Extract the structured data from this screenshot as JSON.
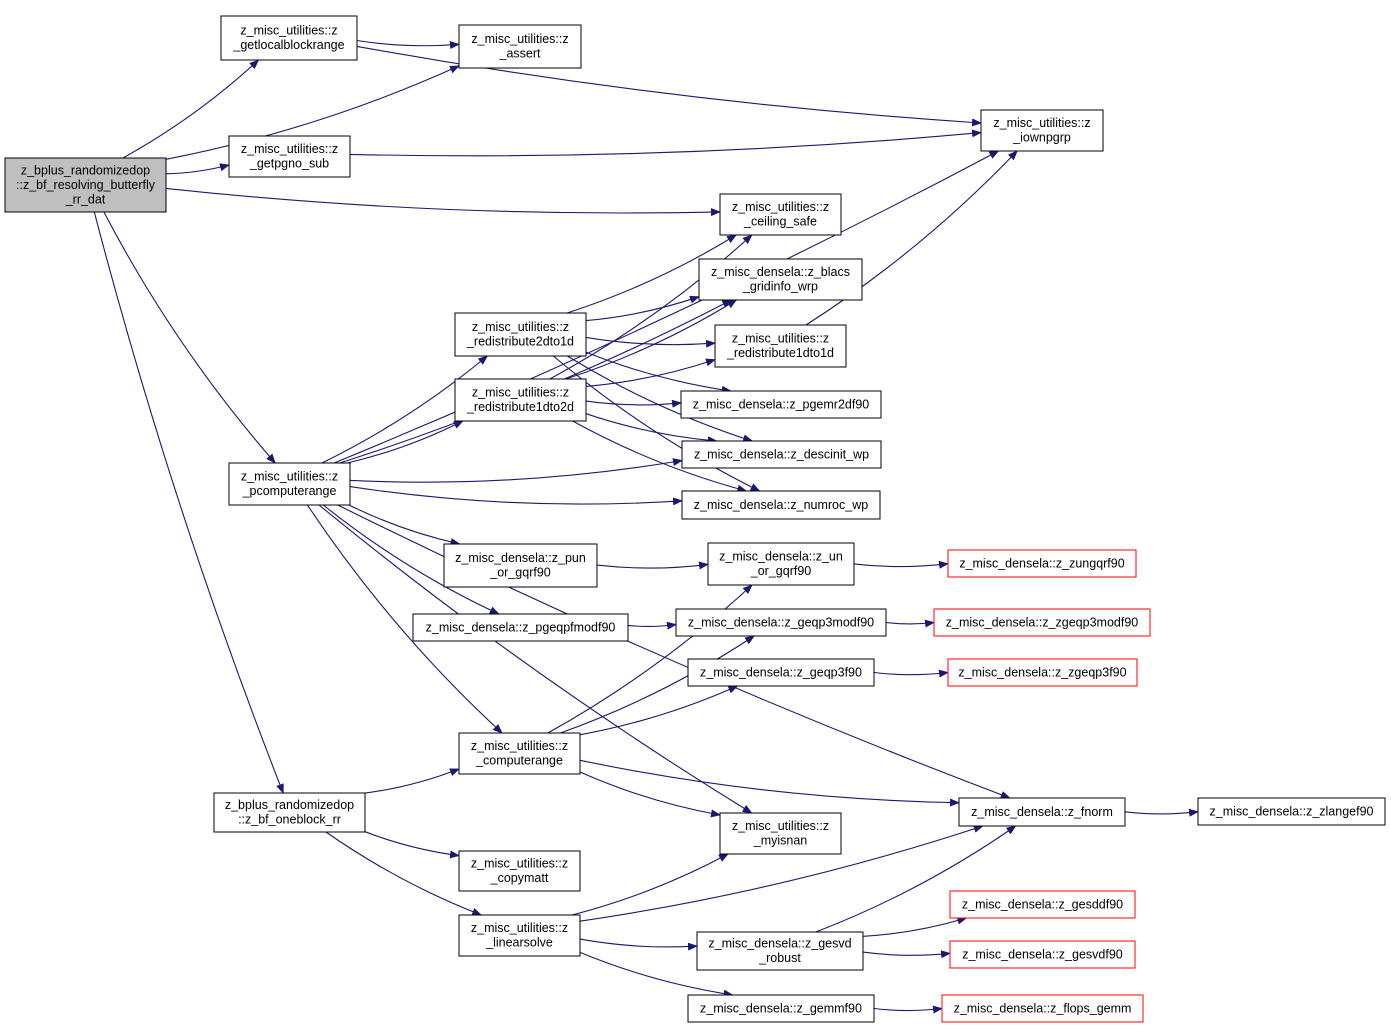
{
  "colors": {
    "edge": "#191970",
    "node_border": "#000000",
    "node_border_truncated": "#ff0000",
    "node_fill": "#ffffff",
    "root_fill": "#bfbfbf",
    "text": "#000000"
  },
  "nodes": [
    {
      "id": "root",
      "lines": [
        "z_bplus_randomizedop",
        "::z_bf_resolving_butterfly",
        "_rr_dat"
      ],
      "style": "root"
    },
    {
      "id": "getlocalblockrange",
      "lines": [
        "z_misc_utilities::z",
        "_getlocalblockrange"
      ],
      "style": "normal"
    },
    {
      "id": "assert",
      "lines": [
        "z_misc_utilities::z",
        "_assert"
      ],
      "style": "normal"
    },
    {
      "id": "iownpgrp",
      "lines": [
        "z_misc_utilities::z",
        "_iownpgrp"
      ],
      "style": "normal"
    },
    {
      "id": "getpgno_sub",
      "lines": [
        "z_misc_utilities::z",
        "_getpgno_sub"
      ],
      "style": "normal"
    },
    {
      "id": "ceiling_safe",
      "lines": [
        "z_misc_utilities::z",
        "_ceiling_safe"
      ],
      "style": "normal"
    },
    {
      "id": "blacs_gridinfo",
      "lines": [
        "z_misc_densela::z_blacs",
        "_gridinfo_wrp"
      ],
      "style": "normal"
    },
    {
      "id": "redistribute2dto1d",
      "lines": [
        "z_misc_utilities::z",
        "_redistribute2dto1d"
      ],
      "style": "normal"
    },
    {
      "id": "redistribute1dto1d",
      "lines": [
        "z_misc_utilities::z",
        "_redistribute1dto1d"
      ],
      "style": "normal"
    },
    {
      "id": "redistribute1dto2d",
      "lines": [
        "z_misc_utilities::z",
        "_redistribute1dto2d"
      ],
      "style": "normal"
    },
    {
      "id": "pgemr2df90",
      "lines": [
        "z_misc_densela::z_pgemr2df90"
      ],
      "style": "normal"
    },
    {
      "id": "descinit_wp",
      "lines": [
        "z_misc_densela::z_descinit_wp"
      ],
      "style": "normal"
    },
    {
      "id": "pcomputerange",
      "lines": [
        "z_misc_utilities::z",
        "_pcomputerange"
      ],
      "style": "normal"
    },
    {
      "id": "numroc_wp",
      "lines": [
        "z_misc_densela::z_numroc_wp"
      ],
      "style": "normal"
    },
    {
      "id": "pun_or_gqrf90",
      "lines": [
        "z_misc_densela::z_pun",
        "_or_gqrf90"
      ],
      "style": "normal"
    },
    {
      "id": "un_or_gqrf90",
      "lines": [
        "z_misc_densela::z_un",
        "_or_gqrf90"
      ],
      "style": "normal"
    },
    {
      "id": "zungqrf90",
      "lines": [
        "z_misc_densela::z_zungqrf90"
      ],
      "style": "truncated"
    },
    {
      "id": "pgeqpfmodf90",
      "lines": [
        "z_misc_densela::z_pgeqpfmodf90"
      ],
      "style": "normal"
    },
    {
      "id": "geqp3modf90",
      "lines": [
        "z_misc_densela::z_geqp3modf90"
      ],
      "style": "normal"
    },
    {
      "id": "zgeqp3modf90",
      "lines": [
        "z_misc_densela::z_zgeqp3modf90"
      ],
      "style": "truncated"
    },
    {
      "id": "geqp3f90",
      "lines": [
        "z_misc_densela::z_geqp3f90"
      ],
      "style": "normal"
    },
    {
      "id": "zgeqp3f90",
      "lines": [
        "z_misc_densela::z_zgeqp3f90"
      ],
      "style": "truncated"
    },
    {
      "id": "computerange",
      "lines": [
        "z_misc_utilities::z",
        "_computerange"
      ],
      "style": "normal"
    },
    {
      "id": "oneblock_rr",
      "lines": [
        "z_bplus_randomizedop",
        "::z_bf_oneblock_rr"
      ],
      "style": "normal"
    },
    {
      "id": "fnorm",
      "lines": [
        "z_misc_densela::z_fnorm"
      ],
      "style": "normal"
    },
    {
      "id": "zlangef90",
      "lines": [
        "z_misc_densela::z_zlangef90"
      ],
      "style": "normal"
    },
    {
      "id": "myisnan",
      "lines": [
        "z_misc_utilities::z",
        "_myisnan"
      ],
      "style": "normal"
    },
    {
      "id": "copymatt",
      "lines": [
        "z_misc_utilities::z",
        "_copymatt"
      ],
      "style": "normal"
    },
    {
      "id": "gesddf90",
      "lines": [
        "z_misc_densela::z_gesddf90"
      ],
      "style": "truncated"
    },
    {
      "id": "linearsolve",
      "lines": [
        "z_misc_utilities::z",
        "_linearsolve"
      ],
      "style": "normal"
    },
    {
      "id": "gesvd_robust",
      "lines": [
        "z_misc_densela::z_gesvd",
        "_robust"
      ],
      "style": "normal"
    },
    {
      "id": "gesvdf90",
      "lines": [
        "z_misc_densela::z_gesvdf90"
      ],
      "style": "truncated"
    },
    {
      "id": "gemmf90",
      "lines": [
        "z_misc_densela::z_gemmf90"
      ],
      "style": "normal"
    },
    {
      "id": "flops_gemm",
      "lines": [
        "z_misc_densela::z_flops_gemm"
      ],
      "style": "truncated"
    }
  ],
  "edges": [
    [
      "root",
      "getlocalblockrange"
    ],
    [
      "root",
      "assert"
    ],
    [
      "root",
      "getpgno_sub"
    ],
    [
      "root",
      "ceiling_safe"
    ],
    [
      "root",
      "pcomputerange"
    ],
    [
      "root",
      "oneblock_rr"
    ],
    [
      "getlocalblockrange",
      "assert"
    ],
    [
      "getlocalblockrange",
      "iownpgrp"
    ],
    [
      "getpgno_sub",
      "iownpgrp"
    ],
    [
      "pcomputerange",
      "iownpgrp"
    ],
    [
      "pcomputerange",
      "blacs_gridinfo"
    ],
    [
      "pcomputerange",
      "redistribute2dto1d"
    ],
    [
      "pcomputerange",
      "redistribute1dto2d"
    ],
    [
      "pcomputerange",
      "descinit_wp"
    ],
    [
      "pcomputerange",
      "numroc_wp"
    ],
    [
      "pcomputerange",
      "pun_or_gqrf90"
    ],
    [
      "pcomputerange",
      "pgeqpfmodf90"
    ],
    [
      "pcomputerange",
      "computerange"
    ],
    [
      "pcomputerange",
      "fnorm"
    ],
    [
      "pcomputerange",
      "myisnan"
    ],
    [
      "redistribute2dto1d",
      "ceiling_safe"
    ],
    [
      "redistribute2dto1d",
      "blacs_gridinfo"
    ],
    [
      "redistribute2dto1d",
      "redistribute1dto1d"
    ],
    [
      "redistribute2dto1d",
      "pgemr2df90"
    ],
    [
      "redistribute2dto1d",
      "descinit_wp"
    ],
    [
      "redistribute2dto1d",
      "numroc_wp"
    ],
    [
      "redistribute1dto2d",
      "ceiling_safe"
    ],
    [
      "redistribute1dto2d",
      "blacs_gridinfo"
    ],
    [
      "redistribute1dto2d",
      "redistribute1dto1d"
    ],
    [
      "redistribute1dto2d",
      "pgemr2df90"
    ],
    [
      "redistribute1dto2d",
      "descinit_wp"
    ],
    [
      "redistribute1dto2d",
      "numroc_wp"
    ],
    [
      "redistribute1dto1d",
      "iownpgrp"
    ],
    [
      "pun_or_gqrf90",
      "un_or_gqrf90"
    ],
    [
      "un_or_gqrf90",
      "zungqrf90"
    ],
    [
      "pgeqpfmodf90",
      "geqp3modf90"
    ],
    [
      "geqp3modf90",
      "zgeqp3modf90"
    ],
    [
      "geqp3f90",
      "zgeqp3f90"
    ],
    [
      "computerange",
      "un_or_gqrf90"
    ],
    [
      "computerange",
      "geqp3modf90"
    ],
    [
      "computerange",
      "geqp3f90"
    ],
    [
      "computerange",
      "fnorm"
    ],
    [
      "computerange",
      "myisnan"
    ],
    [
      "oneblock_rr",
      "computerange"
    ],
    [
      "oneblock_rr",
      "copymatt"
    ],
    [
      "oneblock_rr",
      "linearsolve"
    ],
    [
      "fnorm",
      "zlangef90"
    ],
    [
      "linearsolve",
      "myisnan"
    ],
    [
      "linearsolve",
      "fnorm"
    ],
    [
      "linearsolve",
      "gesvd_robust"
    ],
    [
      "linearsolve",
      "gemmf90"
    ],
    [
      "gesvd_robust",
      "fnorm"
    ],
    [
      "gesvd_robust",
      "gesddf90"
    ],
    [
      "gesvd_robust",
      "gesvdf90"
    ],
    [
      "gemmf90",
      "flops_gemm"
    ]
  ]
}
